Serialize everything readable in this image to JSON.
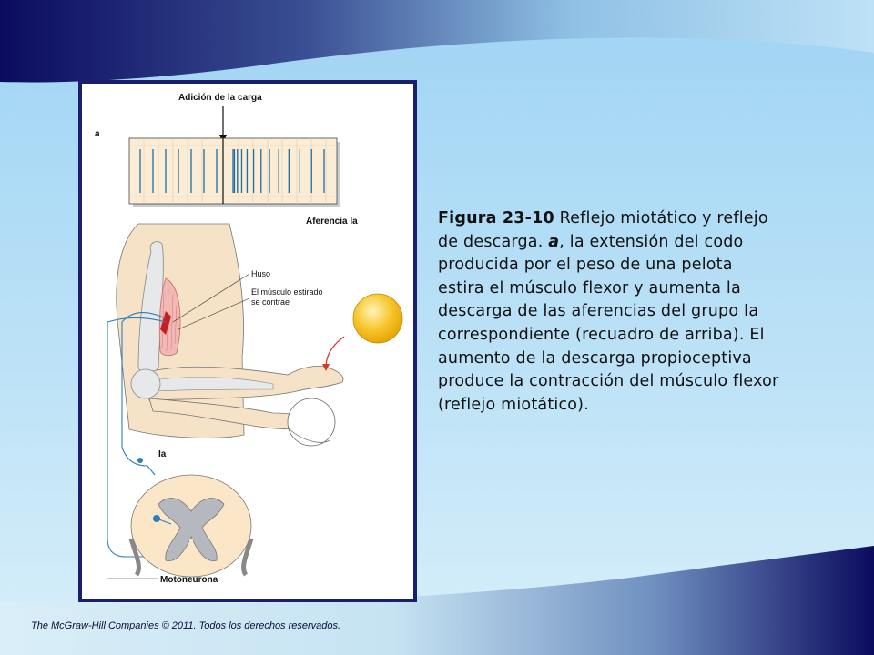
{
  "figure": {
    "label_a": "a",
    "label_load": "Adición de la carga",
    "label_afferent": "Aferencia Ia",
    "label_spindle": "Huso",
    "label_stretched_line1": "El músculo estirado",
    "label_stretched_line2": "se contrae",
    "label_ia": "Ia",
    "label_motoneuron": "Motoneurona",
    "spikes_before_load": 7,
    "spikes_after_load": 13
  },
  "caption": {
    "figure_label": "Figura 23-10",
    "text_part1": " Reflejo miotático y reflejo de descarga. ",
    "bold_a": "a",
    "text_part2": ", la extensión del codo producida por el peso de una pelota estira el músculo flexor y aumenta la descarga de las aferencias del grupo Ia correspondiente (recuadro de arriba). El aumento de la descarga propioceptiva produce la contracción del músculo flexor (reflejo miotático)."
  },
  "footer": {
    "copyright": "The McGraw-Hill Companies © 2011. Todos los derechos reservados."
  },
  "colors": {
    "frame": "#1a1e6e",
    "band_dark": "#0b0b5e",
    "spike": "#1f6ea0",
    "ball": "#f6c52b"
  }
}
